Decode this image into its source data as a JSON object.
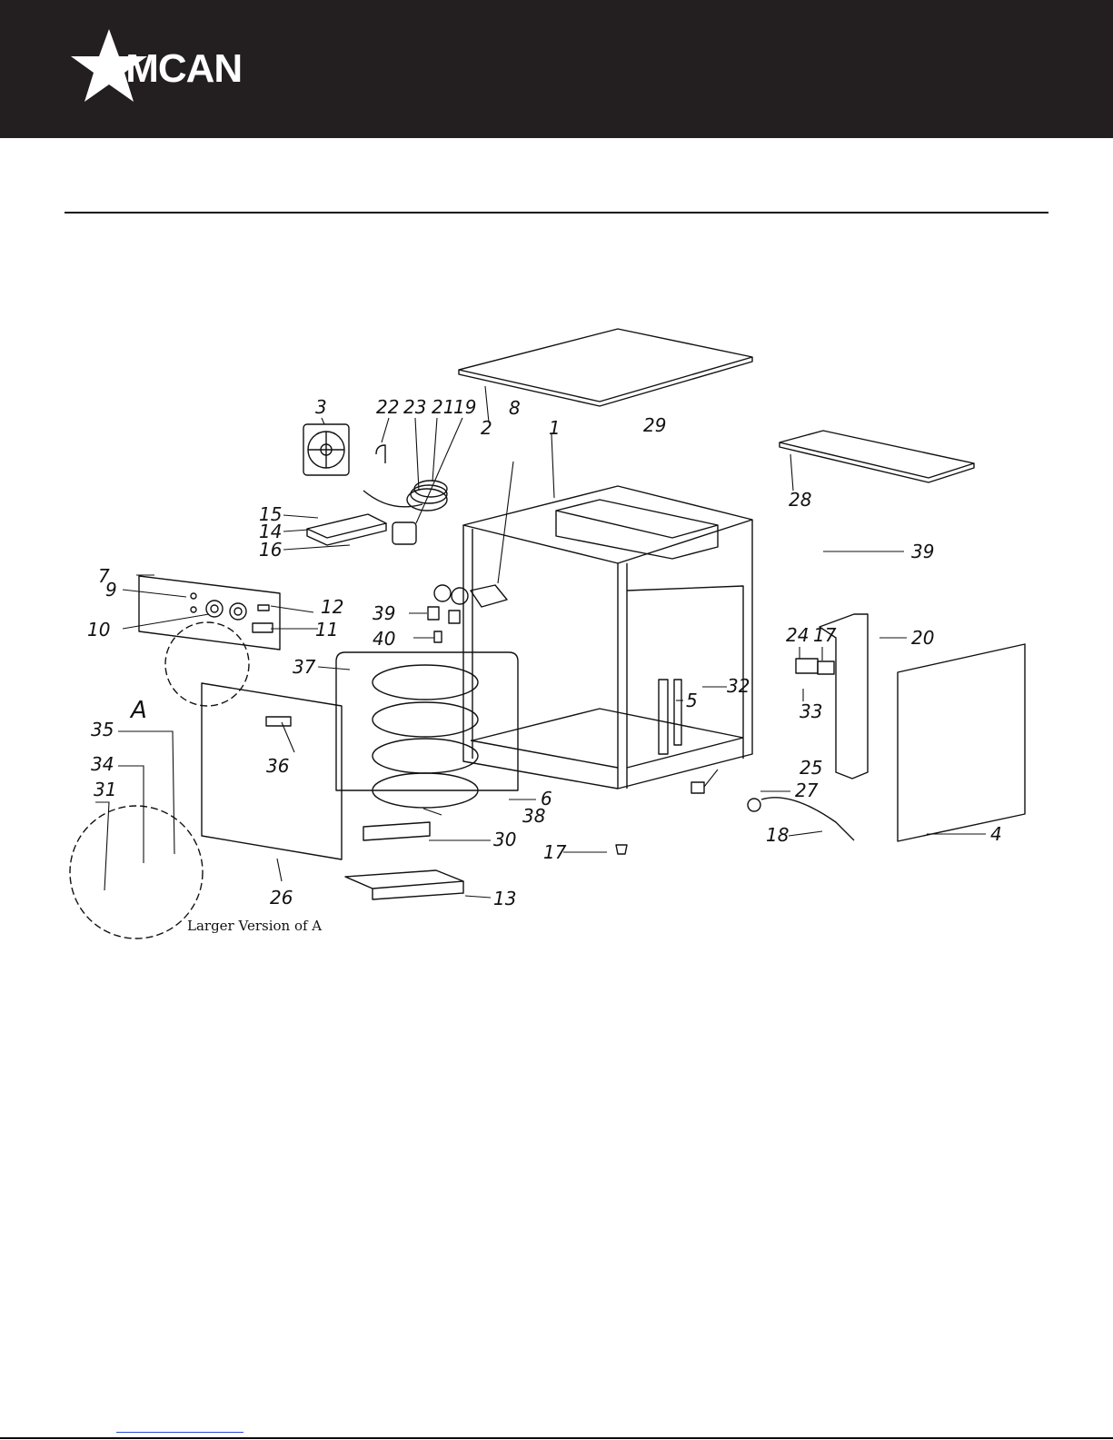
{
  "brand": {
    "name": "OMCAN",
    "colors": {
      "header": "#231f20",
      "logo": "#ffffff",
      "line": "#111111"
    }
  },
  "diagram": {
    "caption": "Larger Version of A",
    "detail_label": "A",
    "callouts": [
      "1",
      "2",
      "3",
      "4",
      "5",
      "6",
      "7",
      "8",
      "9",
      "10",
      "11",
      "12",
      "13",
      "14",
      "15",
      "16",
      "17",
      "17",
      "18",
      "19",
      "20",
      "21",
      "22",
      "23",
      "24",
      "25",
      "26",
      "27",
      "28",
      "29",
      "30",
      "31",
      "32",
      "33",
      "34",
      "35",
      "36",
      "37",
      "38",
      "39",
      "39",
      "40"
    ]
  }
}
